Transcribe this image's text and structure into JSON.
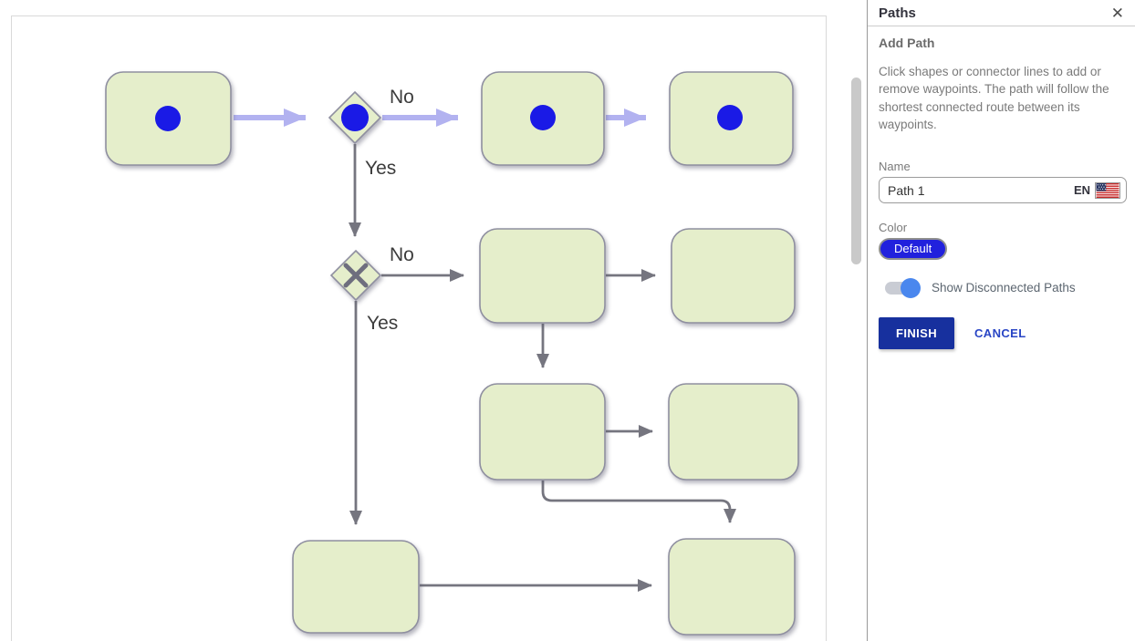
{
  "panel": {
    "title": "Paths",
    "close_icon": "✕",
    "section_title": "Add Path",
    "description": "Click shapes or connector lines to add or remove waypoints. The path will follow the shortest connected route between its waypoints.",
    "name": {
      "label": "Name",
      "value": "Path 1",
      "lang": "EN",
      "flag_icon": "us-flag-icon"
    },
    "color": {
      "label": "Color",
      "value": "Default",
      "accent": "#2121dd"
    },
    "toggle": {
      "label": "Show Disconnected Paths",
      "state": "on",
      "knob_color": "#4a87ee"
    },
    "buttons": {
      "finish": "FINISH",
      "cancel": "CANCEL",
      "finish_bg": "#17309e",
      "cancel_text": "#2945c5"
    }
  },
  "diagram": {
    "edge_labels": [
      {
        "text": "No"
      },
      {
        "text": "Yes"
      },
      {
        "text": "No"
      },
      {
        "text": "Yes"
      }
    ],
    "colors": {
      "highlight_path": "#b2b2f0",
      "node_fill": "#e5eecb",
      "node_stroke": "#8f8fa0",
      "connector": "#75757f",
      "waypoint_blue": "#1a1ae6"
    }
  }
}
